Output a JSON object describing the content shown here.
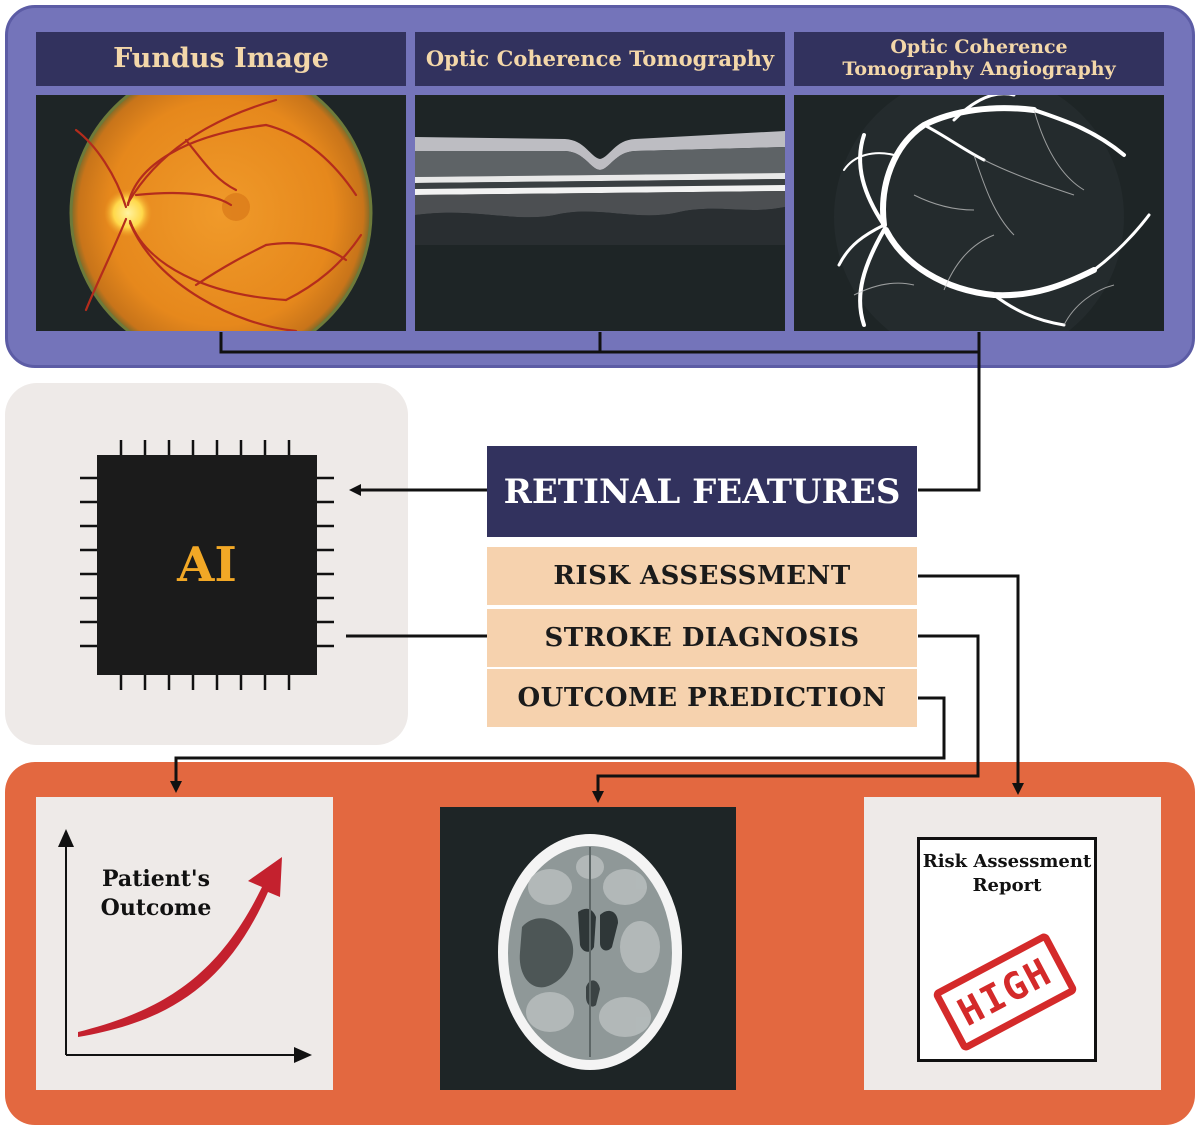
{
  "imaging": {
    "fundus_label": "Fundus Image",
    "oct_label": "Optic Coherence Tomography",
    "octa_label_line1": "Optic Coherence",
    "octa_label_line2": "Tomography Angiography"
  },
  "ai": {
    "label": "AI"
  },
  "features": {
    "title": "RETINAL FEATURES"
  },
  "tasks": [
    {
      "label": "RISK ASSESSMENT"
    },
    {
      "label": "STROKE DIAGNOSIS"
    },
    {
      "label": "OUTCOME PREDICTION"
    }
  ],
  "outcome": {
    "chart_label_line1": "Patient's",
    "chart_label_line2": "Outcome"
  },
  "report": {
    "title_line1": "Risk Assessment",
    "title_line2": "Report",
    "stamp_text": "HIGH"
  },
  "colors": {
    "top_panel": "#7474ba",
    "header_bg": "#32325e",
    "header_text": "#f3d7a9",
    "ai_text": "#f2a826",
    "task_bg": "#f6d2ae",
    "bottom_panel": "#e36840",
    "stamp_red": "#d42a2a"
  }
}
